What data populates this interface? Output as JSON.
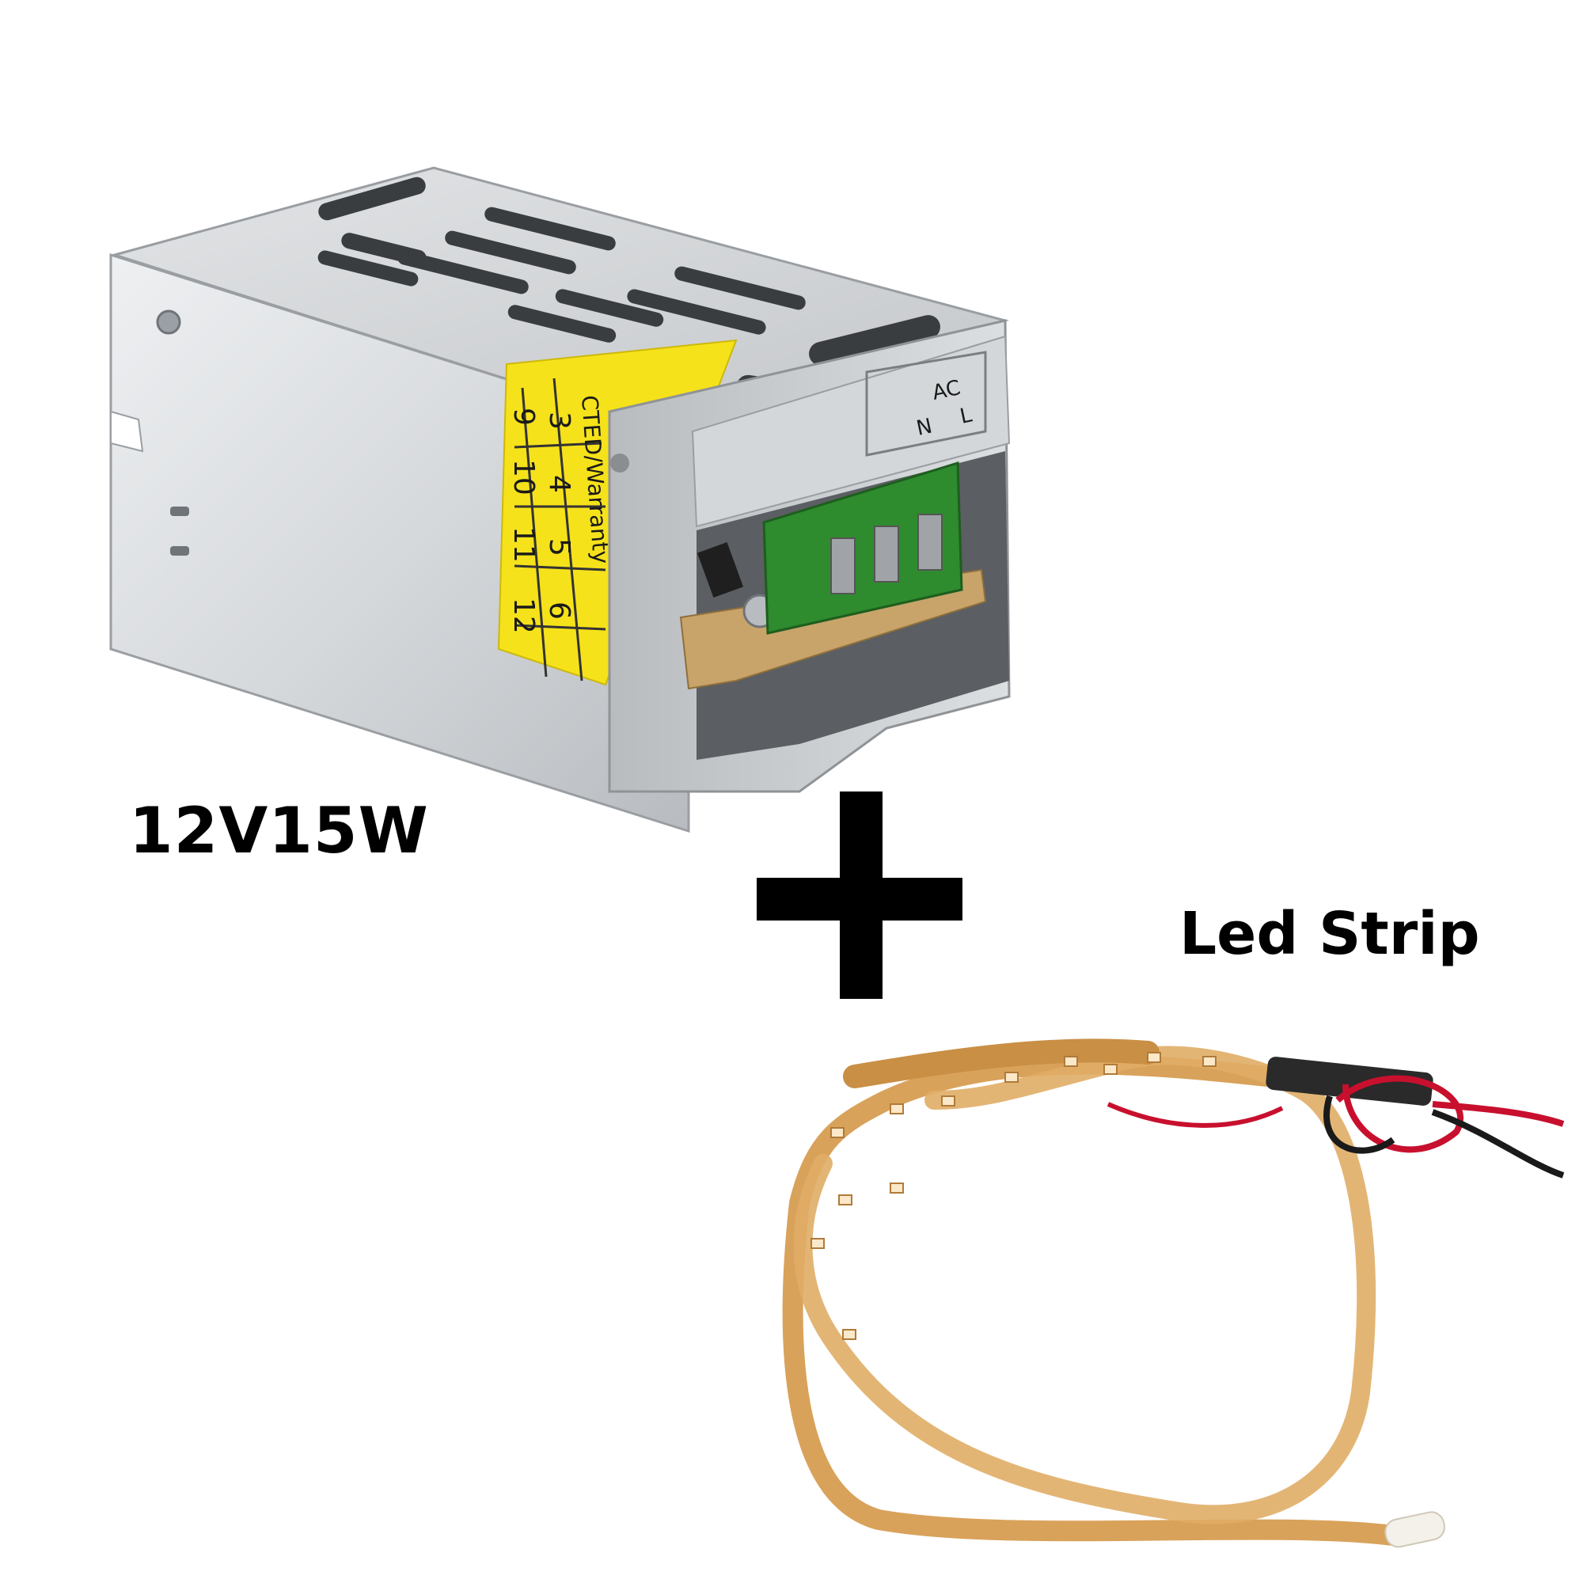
{
  "image": {
    "background": "#ffffff"
  },
  "products": {
    "power_supply": {
      "caption": "12V15W",
      "warranty_label": {
        "header": "CTED/Warranty",
        "grid_row_1": [
          "3",
          "4",
          "5",
          "6"
        ],
        "grid_row_2": [
          "9",
          "10",
          "11",
          "12"
        ],
        "color": "#f5e21a"
      },
      "terminal_markings": [
        "AC",
        "N",
        "L"
      ],
      "terminal_block_color": "#2e8b2e",
      "case_color": "#c9ccd0"
    },
    "led_strip": {
      "caption": "Led Strip",
      "strip_color": "#d9a25a",
      "wire_colors": [
        "#c8102e",
        "#1a1a1a"
      ]
    }
  },
  "plus_sign": {
    "color": "#000000"
  }
}
